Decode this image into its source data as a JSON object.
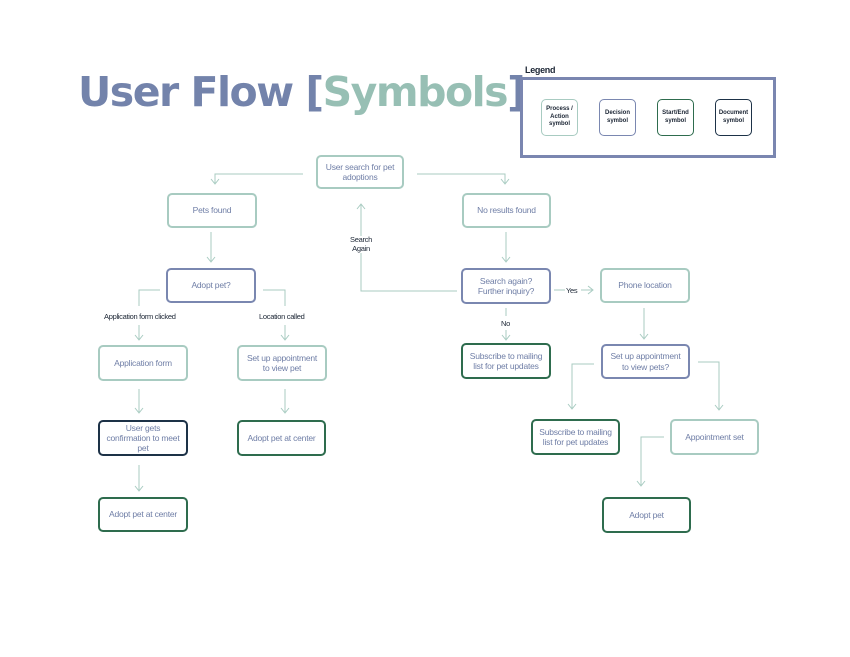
{
  "title": {
    "main": "User Flow ",
    "open_bracket": "[",
    "highlight": "Symbols",
    "close_bracket": "]"
  },
  "legend": {
    "title": "Legend",
    "items": [
      "Process / Action symbol",
      "Decision symbol",
      "Start/End symbol",
      "Document symbol"
    ]
  },
  "nodes": {
    "search": "User search for pet adoptions",
    "pets_found": "Pets found",
    "no_results": "No results found",
    "adopt_decision": "Adopt pet?",
    "search_again": "Search again? Further inquiry?",
    "phone_location": "Phone location",
    "application_form": "Application form",
    "setup_view_pet": "Set up appointment to view pet",
    "subscribe_1": "Subscribe to mailing list for pet updates",
    "setup_view_pets": "Set up appointment to view pets?",
    "confirmation": "User gets confirmation to meet pet",
    "adopt_center_1": "Adopt pet at center",
    "subscribe_2": "Subscribe to mailing list for pet updates",
    "appointment_set": "Appointment set",
    "adopt_center_2": "Adopt pet at center",
    "adopt_pet": "Adopt pet"
  },
  "labels": {
    "search_again": "Search Again",
    "application_clicked": "Application form clicked",
    "location_called": "Location called",
    "yes": "Yes",
    "no": "No"
  },
  "colors": {
    "title": "#7383ab",
    "title_highlight": "#97bfb4",
    "process": "#a8cbc1",
    "decision": "#7a87b0",
    "start_end": "#2e6c4e",
    "document": "#1d3247",
    "connector": "#a8cbc1"
  }
}
